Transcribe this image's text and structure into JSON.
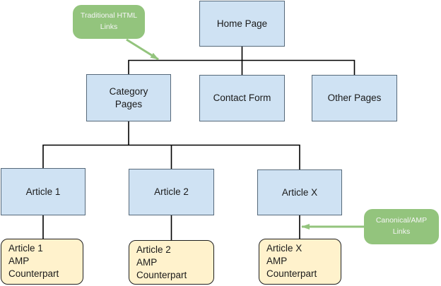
{
  "nodes": {
    "home": {
      "label": "Home Page"
    },
    "category": {
      "label": "Category\nPages"
    },
    "contact": {
      "label": "Contact Form"
    },
    "other": {
      "label": "Other Pages"
    },
    "article1": {
      "label": "Article 1"
    },
    "article2": {
      "label": "Article 2"
    },
    "articleX": {
      "label": "Article X"
    },
    "amp1": {
      "label": "Article 1\nAMP\nCounterpart"
    },
    "amp2": {
      "label": "Article 2\nAMP\nCounterpart"
    },
    "ampX": {
      "label": "Article X\nAMP\nCounterpart"
    }
  },
  "callouts": {
    "traditional": {
      "label": "Traditional HTML\nLinks"
    },
    "canonical": {
      "label": "Canonical/AMP\nLinks"
    }
  },
  "colors": {
    "page_fill": "#cfe2f3",
    "page_border": "#56697a",
    "amp_fill": "#fff2cc",
    "amp_border": "#1f1f1f",
    "callout_fill": "#93c47d",
    "callout_text": "#f5f5f5",
    "connector": "#000000",
    "arrow": "#93c47d"
  }
}
